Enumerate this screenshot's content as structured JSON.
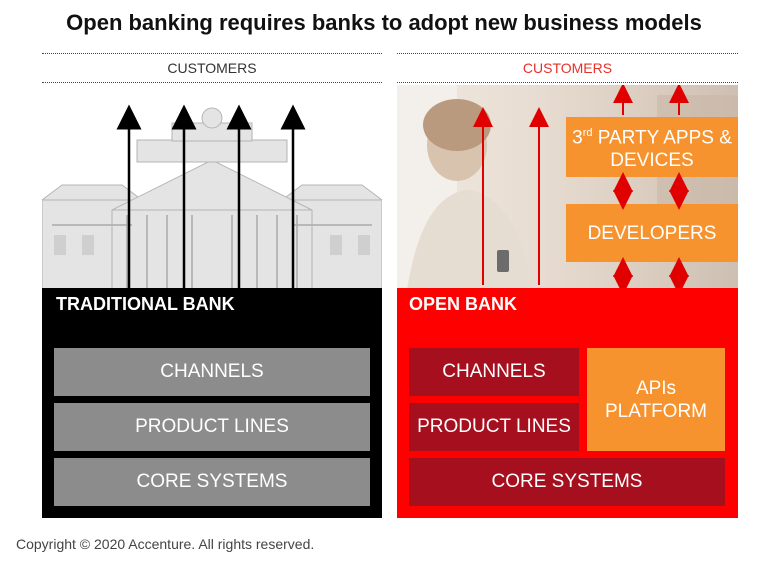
{
  "title": "Open banking requires banks to adopt new business models",
  "left": {
    "customers_label": "CUSTOMERS",
    "bank_title": "TRADITIONAL BANK",
    "layers": [
      "CHANNELS",
      "PRODUCT LINES",
      "CORE SYSTEMS"
    ]
  },
  "right": {
    "customers_label": "CUSTOMERS",
    "bank_title": "OPEN BANK",
    "third_party_line1": "3rd PARTY APPS &",
    "third_party_line2": "DEVICES",
    "developers": "DEVELOPERS",
    "channels": "CHANNELS",
    "product_lines": "PRODUCT LINES",
    "apis_line1": "APIs",
    "apis_line2": "PLATFORM",
    "core_systems": "CORE SYSTEMS"
  },
  "copyright": "Copyright © 2020 Accenture. All rights reserved.",
  "colors": {
    "traditional": "#000000",
    "open": "#ff0000",
    "gray_layer": "#8c8c8c",
    "dark_red_layer": "#a60f1e",
    "orange": "#f7932e",
    "red_arrow": "#e00000"
  }
}
